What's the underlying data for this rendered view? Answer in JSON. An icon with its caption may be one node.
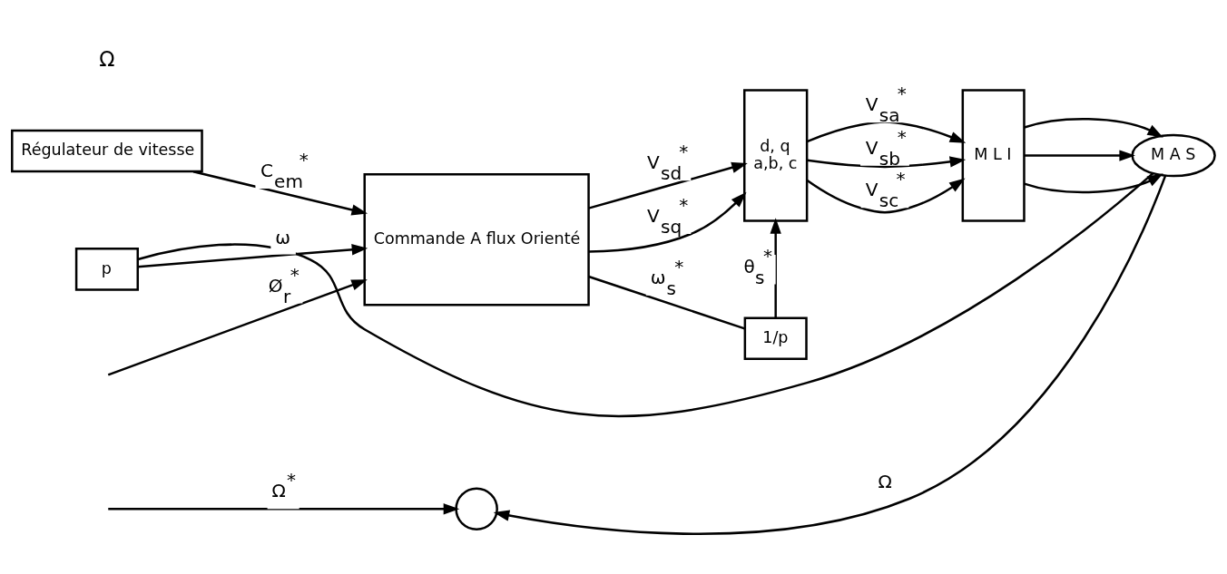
{
  "diagram": {
    "nodes": [
      {
        "text": [],
        "shape": "circle"
      },
      {
        "text": [
          "Régulateur de vitesse"
        ]
      },
      {
        "text": [
          "Commande A flux Orienté"
        ]
      },
      {
        "text": [
          "d, q",
          "a,b, c"
        ]
      },
      {
        "text": [
          "M L I"
        ]
      },
      {
        "text": [
          "M A S"
        ]
      },
      {
        "text": [
          "p"
        ]
      },
      {
        "text": [
          "1/p"
        ]
      }
    ],
    "edges": [
      {
        "from": null,
        "to": 0,
        "arrow": "to",
        "label": "Ω$^{*}$"
      },
      {
        "from": null,
        "to": 2,
        "arrow": "to",
        "label": "Ø$_{r}$$^{*}$"
      },
      {
        "from": 1,
        "to": 2,
        "arrow": "to",
        "label": "C$_{em}$$^{*}$"
      },
      {
        "from": 2,
        "to": 3,
        "arrow": "to",
        "label": "V$_{sd}$$^{*}$"
      },
      {
        "from": 2,
        "to": 3,
        "arrow": "to",
        "label": "V$_{sq}$$^{*}$"
      },
      {
        "from": 3,
        "to": 4,
        "arrow": "to",
        "label": "V$_{sa}$$^{*}$"
      },
      {
        "from": 3,
        "to": 4,
        "arrow": "to",
        "label": "V$_{sb}$$^{*}$"
      },
      {
        "from": 3,
        "to": 4,
        "arrow": "to",
        "label": "V$_{sc}$$^{*}$"
      },
      {
        "from": 4,
        "to": 5,
        "arrow": "to"
      },
      {
        "from": 4,
        "to": 5,
        "arrow": "to"
      },
      {
        "from": 4,
        "to": 5,
        "arrow": "to"
      },
      {
        "from": 5,
        "to": 0,
        "arrow": "to",
        "label": "Ω"
      },
      {
        "from": 5,
        "to": 6,
        "arrow": "none"
      },
      {
        "from": 6,
        "to": 2,
        "arrow": "to",
        "label": "ω"
      },
      {
        "from": 2,
        "to": 7,
        "arrow": "none",
        "label": "ω$_{s}$$^{*}$"
      },
      {
        "from": 7,
        "to": 3,
        "arrow": "to",
        "label": "θ$_{s}$$^{*}$"
      }
    ],
    "labels": [
      "Ω"
    ]
  }
}
